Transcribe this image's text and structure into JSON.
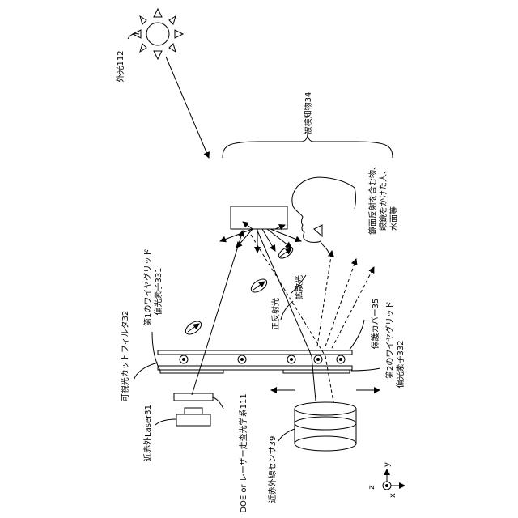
{
  "labels": {
    "external_light": "外光112",
    "object": "被検知物34",
    "object_desc_1": "鏡面反射を含む物、",
    "object_desc_2": "眼鏡をかけた人、",
    "object_desc_3": "水面等",
    "diffuse": "拡散光",
    "specular": "正反射光",
    "cover": "保護カバー35",
    "wire2_1": "第2のワイヤグリッド",
    "wire2_2": "偏光素子332",
    "wire1_1": "第1のワイヤグリッド",
    "wire1_2": "偏光素子331",
    "filter": "可視光カットフィルタ32",
    "laser": "近赤外Laser31",
    "doe": "DOE or レーザー走査光学系111",
    "sensor": "近赤外線センサ39",
    "axis_z": "z",
    "axis_y": "y",
    "axis_x": "x"
  }
}
